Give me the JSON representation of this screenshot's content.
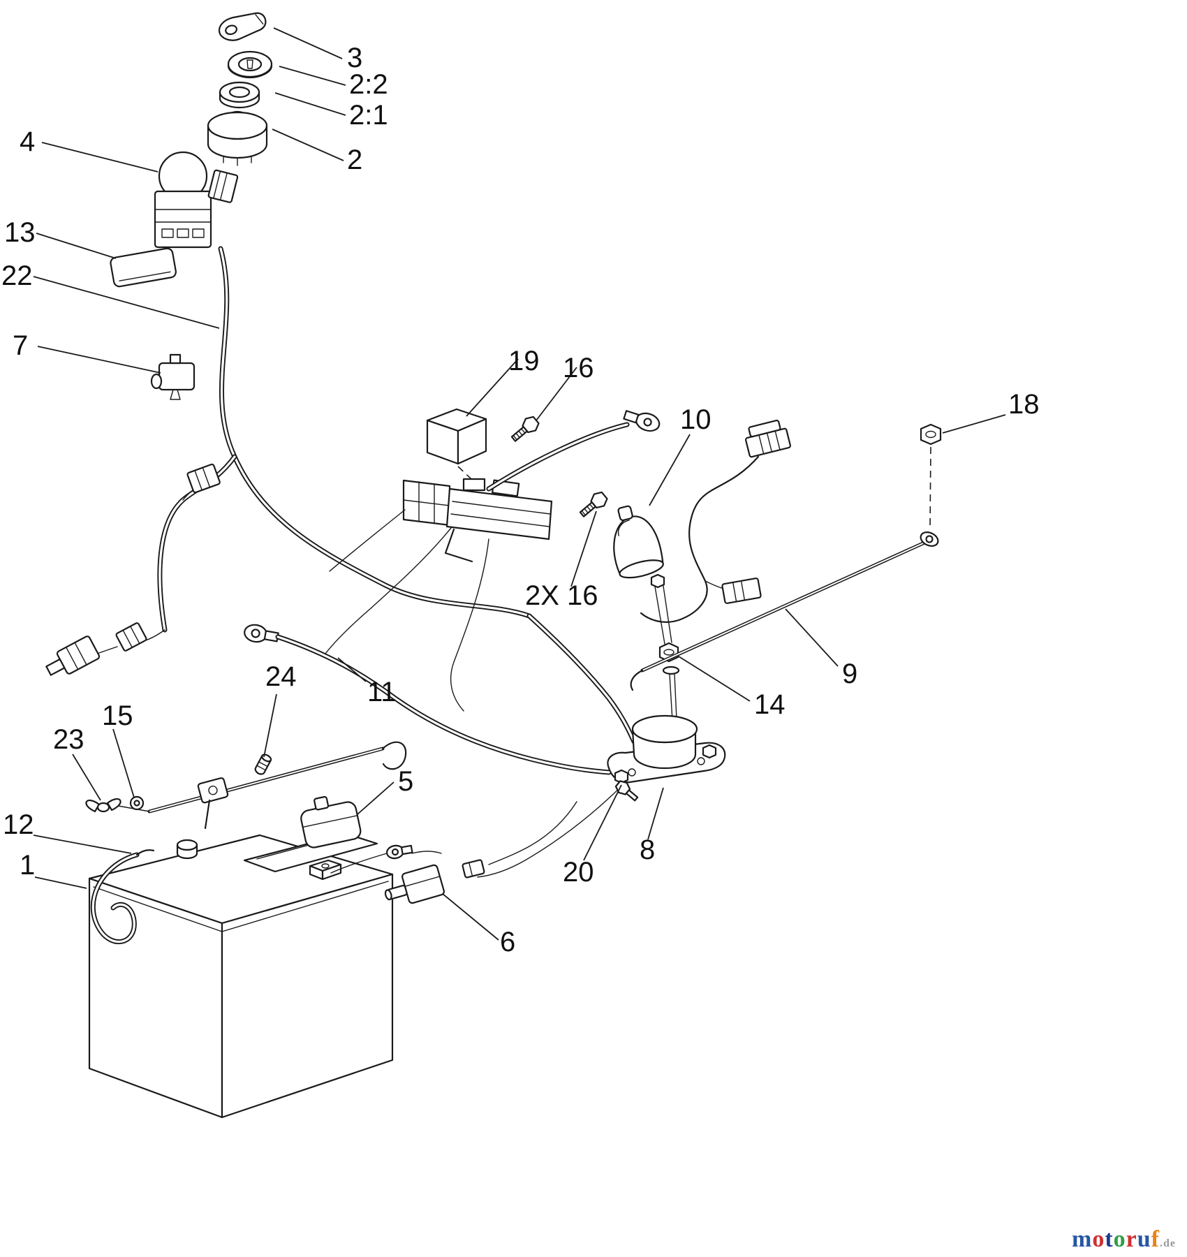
{
  "callouts": [
    {
      "label": "3"
    },
    {
      "label": "2:2"
    },
    {
      "label": "2:1"
    },
    {
      "label": "2"
    },
    {
      "label": "4"
    },
    {
      "label": "13"
    },
    {
      "label": "22"
    },
    {
      "label": "7"
    },
    {
      "label": "19"
    },
    {
      "label": "16"
    },
    {
      "label": "10"
    },
    {
      "label": "18"
    },
    {
      "label": "2X 16"
    },
    {
      "label": "9"
    },
    {
      "label": "14"
    },
    {
      "label": "11"
    },
    {
      "label": "24"
    },
    {
      "label": "15"
    },
    {
      "label": "23"
    },
    {
      "label": "5"
    },
    {
      "label": "12"
    },
    {
      "label": "1"
    },
    {
      "label": "6"
    },
    {
      "label": "20"
    },
    {
      "label": "8"
    }
  ],
  "watermark": {
    "letters": [
      {
        "char": "m",
        "color": "#2456a4"
      },
      {
        "char": "o",
        "color": "#d03030"
      },
      {
        "char": "t",
        "color": "#1d3c8f"
      },
      {
        "char": "o",
        "color": "#2f9e44"
      },
      {
        "char": "r",
        "color": "#d03030"
      },
      {
        "char": "u",
        "color": "#2456a4"
      },
      {
        "char": "f",
        "color": "#e8821a"
      }
    ],
    "suffix": ".de",
    "suffix_color": "#9a9a9a"
  }
}
